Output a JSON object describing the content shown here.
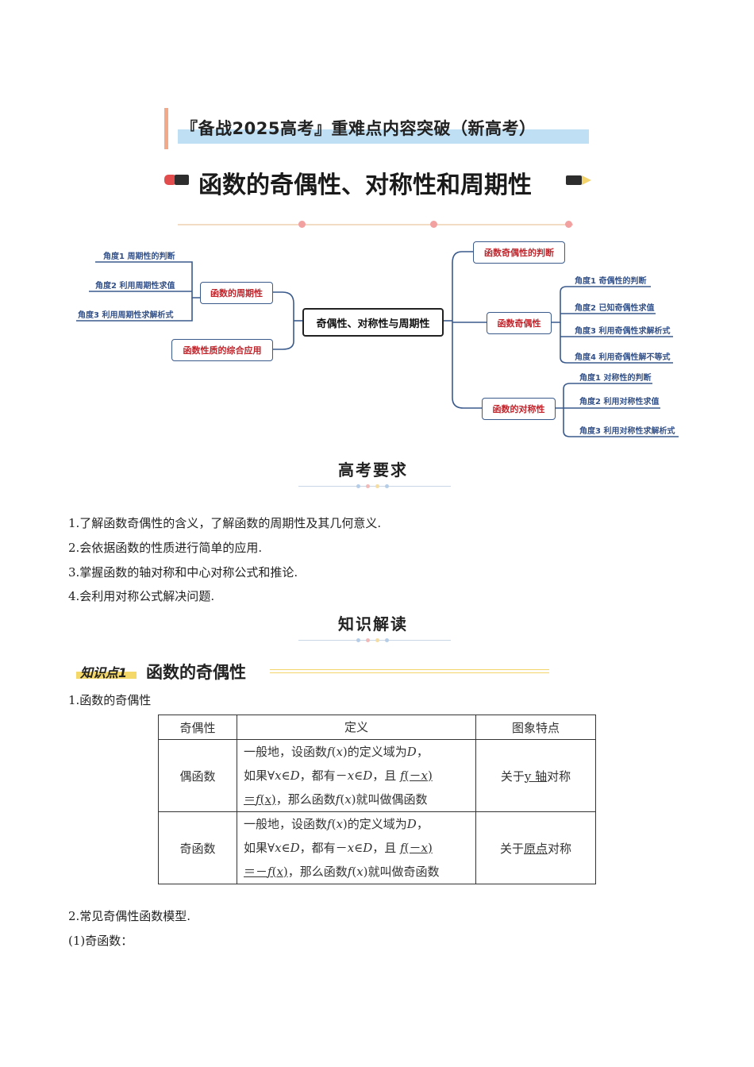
{
  "header": {
    "subtitle": "『备战2025高考』重难点内容突破（新高考）",
    "title": "函数的奇偶性、对称性和周期性"
  },
  "mindmap": {
    "center": "奇偶性、对称性与周期性",
    "left": {
      "periodicity": "函数的周期性",
      "periodicity_leaves": [
        "角度1 周期性的判断",
        "角度2 利用周期性求值",
        "角度3 利用周期性求解析式"
      ],
      "comprehensive": "函数性质的综合应用"
    },
    "right": {
      "parity_judge": "函数奇偶性的判断",
      "parity": "函数奇偶性",
      "parity_leaves": [
        "角度1 奇偶性的判断",
        "角度2 已知奇偶性求值",
        "角度3 利用奇偶性求解析式",
        "角度4 利用奇偶性解不等式"
      ],
      "symmetry": "函数的对称性",
      "symmetry_leaves": [
        "角度1 对称性的判断",
        "角度2 利用对称性求值",
        "角度3 利用对称性求解析式"
      ]
    }
  },
  "requirements": {
    "heading": "高考要求",
    "items": [
      "1.了解函数奇偶性的含义，了解函数的周期性及其几何意义.",
      "2.会依据函数的性质进行简单的应用.",
      "3.掌握函数的轴对称和中心对称公式和推论.",
      "4.会利用对称公式解决问题."
    ]
  },
  "knowledge": {
    "heading": "知识解读",
    "kp_label": "知识点1",
    "kp_title": "函数的奇偶性",
    "sub1": "1.函数的奇偶性",
    "table": {
      "headers": [
        "奇偶性",
        "定义",
        "图象特点"
      ],
      "even": {
        "name": "偶函数",
        "def_a": "一般地，设函数",
        "def_b": "的定义域为",
        "def_c": "如果∀",
        "def_d": "，都有－",
        "def_e": "，且",
        "def_f": "，那么函数",
        "def_g": "就叫做偶函数",
        "feature_pre": "关于",
        "feature_u": "y 轴",
        "feature_post": "对称"
      },
      "odd": {
        "name": "奇函数",
        "def_g": "就叫做奇函数",
        "feature_pre": "关于",
        "feature_u": "原点",
        "feature_post": "对称"
      }
    },
    "sub2": "2.常见奇偶性函数模型.",
    "sub3": "(1)奇函数："
  },
  "colors": {
    "node_border": "#3a5a8c",
    "node_text": "#c0252c",
    "leaf_text": "#34528a",
    "accent": "#f2a98a",
    "band": "#bfe0f4"
  }
}
